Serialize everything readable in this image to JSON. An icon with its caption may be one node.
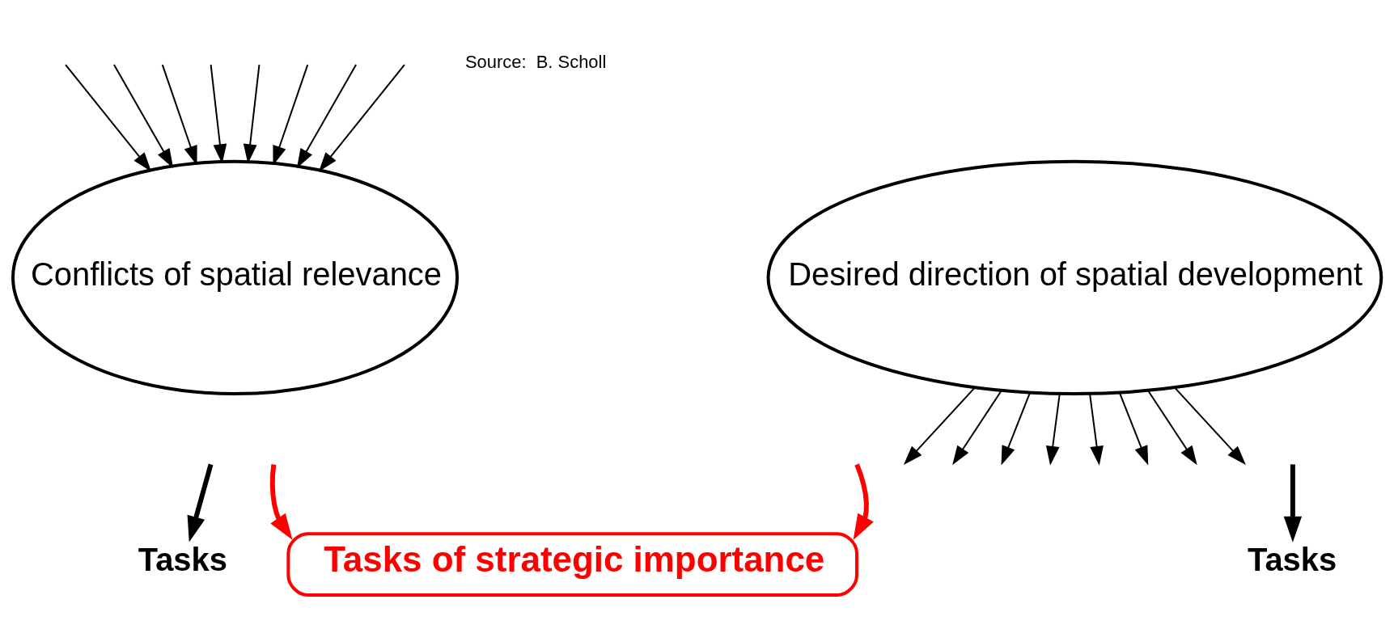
{
  "diagram": {
    "nodes": [
      {
        "text": [
          "Conflicts of spatial relevance"
        ]
      },
      {
        "text": [
          "Desired direction of spatial development"
        ]
      },
      {
        "text": [
          "Tasks"
        ]
      },
      {
        "text": [
          "Tasks"
        ]
      },
      {
        "text": [
          "Tasks of strategic importance"
        ]
      }
    ],
    "edges": [
      {
        "from": null,
        "to": 0,
        "arrow": "to"
      },
      {
        "from": null,
        "to": 0,
        "arrow": "to"
      },
      {
        "from": null,
        "to": 0,
        "arrow": "to"
      },
      {
        "from": null,
        "to": 0,
        "arrow": "to"
      },
      {
        "from": null,
        "to": 0,
        "arrow": "to"
      },
      {
        "from": null,
        "to": 0,
        "arrow": "to"
      },
      {
        "from": null,
        "to": 0,
        "arrow": "to"
      },
      {
        "from": null,
        "to": 0,
        "arrow": "to"
      },
      {
        "from": 1,
        "to": null,
        "arrow": "to"
      },
      {
        "from": 1,
        "to": null,
        "arrow": "to"
      },
      {
        "from": 1,
        "to": null,
        "arrow": "to"
      },
      {
        "from": 1,
        "to": null,
        "arrow": "to"
      },
      {
        "from": 1,
        "to": null,
        "arrow": "to"
      },
      {
        "from": 1,
        "to": null,
        "arrow": "to"
      },
      {
        "from": 1,
        "to": null,
        "arrow": "to"
      },
      {
        "from": 1,
        "to": null,
        "arrow": "to"
      },
      {
        "from": null,
        "to": 2,
        "arrow": "to",
        "style": "thick"
      },
      {
        "from": null,
        "to": 3,
        "arrow": "to",
        "style": "thick"
      },
      {
        "from": null,
        "to": 4,
        "arrow": "to",
        "style": "thick",
        "color": "#ff0000"
      },
      {
        "from": null,
        "to": 4,
        "arrow": "to",
        "style": "thick",
        "color": "#ff0000"
      }
    ],
    "labels": [
      "Source:  B. Scholl"
    ]
  }
}
